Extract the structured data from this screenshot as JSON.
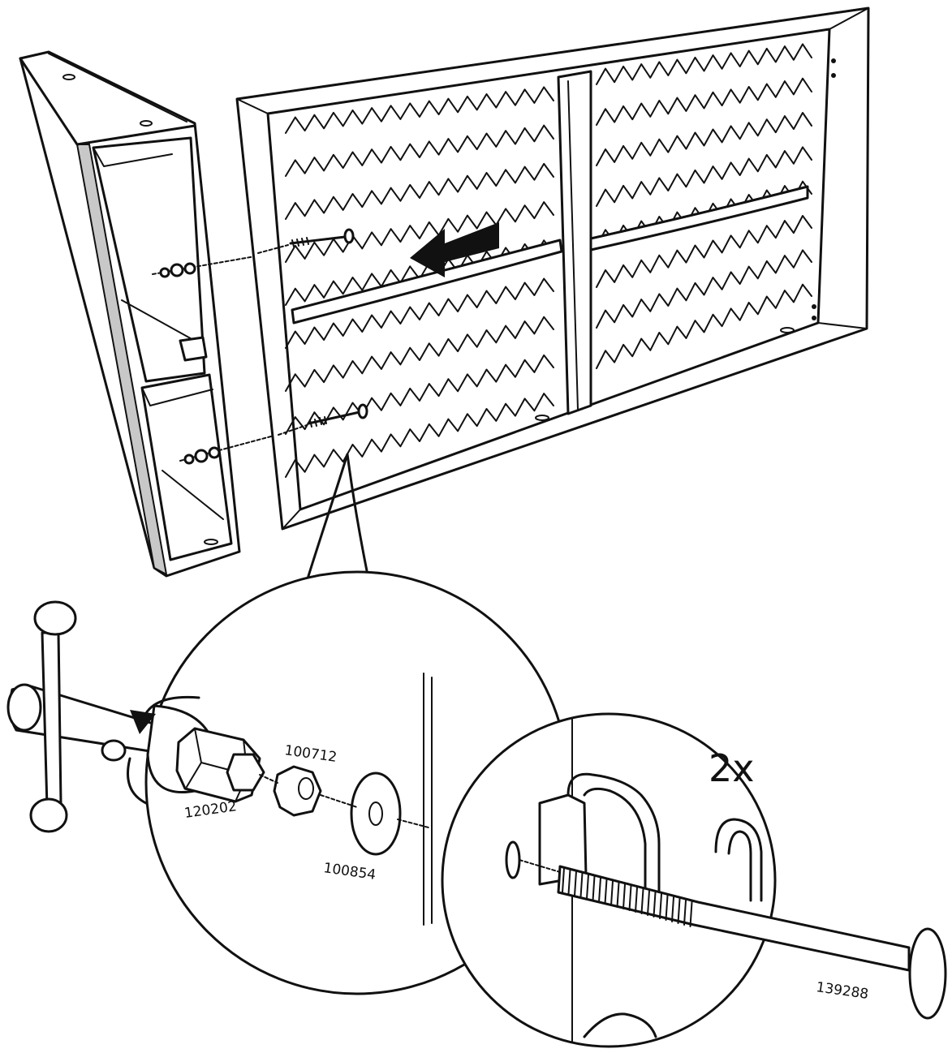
{
  "part_labels": {
    "hex_socket": "120202",
    "nut": "100712",
    "washer": "100854",
    "bolt": "139288"
  },
  "quantity_label": "2x",
  "colors": {
    "line": "#111111",
    "panel_shade": "#c8c8c8",
    "background": "#ffffff"
  },
  "icons": [
    "arrow-left-icon",
    "rotate-counterclockwise-icon",
    "magnifier-callout-icon"
  ]
}
